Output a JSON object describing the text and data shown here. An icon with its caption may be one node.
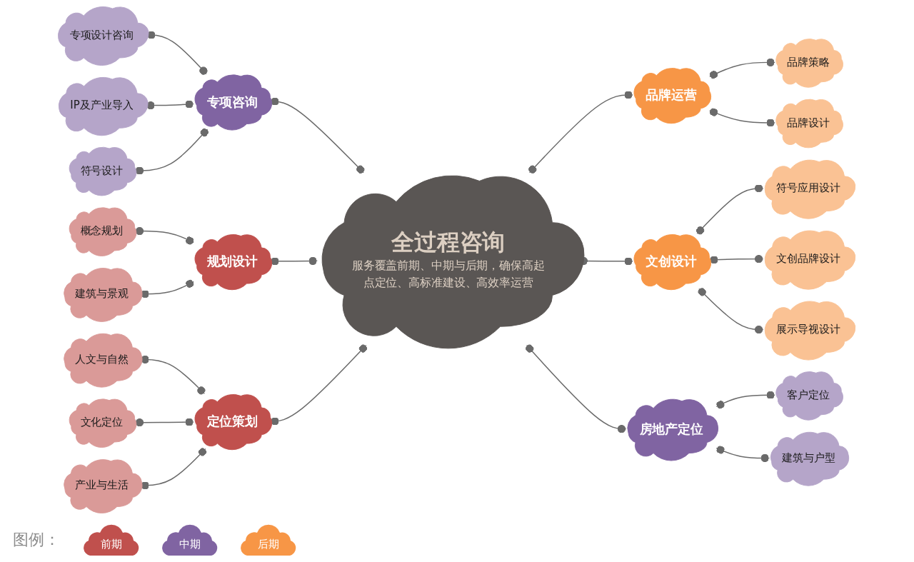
{
  "diagram": {
    "nodes": [
      {
        "text": [
          "全过程咨询",
          "服务覆盖前期、中期与后期，确保高起点定位、高标准建设、高效率运营"
        ]
      },
      {
        "text": [
          "专项咨询"
        ]
      },
      {
        "text": [
          "专项设计咨询"
        ]
      },
      {
        "text": [
          "IP及产业导入"
        ]
      },
      {
        "text": [
          "符号设计"
        ]
      },
      {
        "text": [
          "品牌运营"
        ]
      },
      {
        "text": [
          "品牌策略"
        ]
      },
      {
        "text": [
          "品牌设计"
        ]
      },
      {
        "text": [
          "文创设计"
        ]
      },
      {
        "text": [
          "符号应用设计"
        ]
      },
      {
        "text": [
          "文创品牌设计"
        ]
      },
      {
        "text": [
          "展示导视设计"
        ]
      },
      {
        "text": [
          "房地产定位"
        ]
      },
      {
        "text": [
          "客户定位"
        ]
      },
      {
        "text": [
          "建筑与户型"
        ]
      },
      {
        "text": [
          "规划设计"
        ]
      },
      {
        "text": [
          "概念规划"
        ]
      },
      {
        "text": [
          "建筑与景观"
        ]
      },
      {
        "text": [
          "定位策划"
        ]
      },
      {
        "text": [
          "人文与自然"
        ]
      },
      {
        "text": [
          "文化定位"
        ]
      },
      {
        "text": [
          "产业与生活"
        ]
      }
    ],
    "edges": [
      {
        "from": 1,
        "to": 0,
        "arrow": "other"
      },
      {
        "from": 2,
        "to": 1,
        "arrow": "other"
      },
      {
        "from": 3,
        "to": 1,
        "arrow": "other"
      },
      {
        "from": 4,
        "to": 1,
        "arrow": "other"
      },
      {
        "from": 0,
        "to": 5,
        "arrow": "other"
      },
      {
        "from": 5,
        "to": 6,
        "arrow": "other"
      },
      {
        "from": 5,
        "to": 7,
        "arrow": "other"
      },
      {
        "from": 0,
        "to": 8,
        "arrow": "other"
      },
      {
        "from": 8,
        "to": 9,
        "arrow": "other"
      },
      {
        "from": 8,
        "to": 10,
        "arrow": "other"
      },
      {
        "from": 8,
        "to": 11,
        "arrow": "other"
      },
      {
        "from": 0,
        "to": 12,
        "arrow": "other"
      },
      {
        "from": 12,
        "to": 13,
        "arrow": "other"
      },
      {
        "from": 12,
        "to": 14,
        "arrow": "other"
      },
      {
        "from": 15,
        "to": 0,
        "arrow": "other"
      },
      {
        "from": 16,
        "to": 15,
        "arrow": "other"
      },
      {
        "from": 17,
        "to": 15,
        "arrow": "other"
      },
      {
        "from": 18,
        "to": 0,
        "arrow": "other"
      },
      {
        "from": 19,
        "to": 18,
        "arrow": "other"
      },
      {
        "from": 20,
        "to": 18,
        "arrow": "other"
      },
      {
        "from": 21,
        "to": 18,
        "arrow": "other"
      }
    ],
    "labels": [
      "图例："
    ],
    "legend": [
      {
        "text": "前期",
        "color": "#c0504d"
      },
      {
        "text": "中期",
        "color": "#8064a2"
      },
      {
        "text": "后期",
        "color": "#f79646"
      }
    ]
  }
}
